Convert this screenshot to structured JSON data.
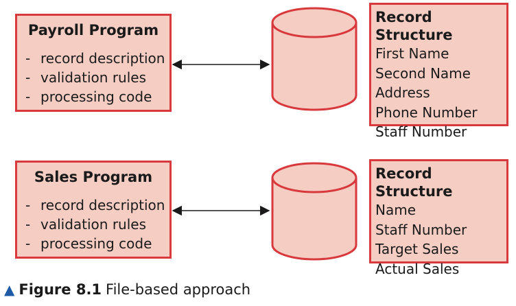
{
  "payroll": {
    "title": "Payroll Program",
    "items": [
      "record description",
      "validation rules",
      "processing code"
    ]
  },
  "sales": {
    "title": "Sales Program",
    "items": [
      "record description",
      "validation rules",
      "processing code"
    ]
  },
  "record1": {
    "title": "Record Structure",
    "fields": [
      "First Name",
      "Second Name",
      "Address",
      "Phone Number",
      "Staff Number"
    ]
  },
  "record2": {
    "title": "Record Structure",
    "fields": [
      "Name",
      "Staff Number",
      "Target Sales",
      "Actual Sales"
    ]
  },
  "caption": {
    "figure": "Figure 8.1",
    "text": "File-based approach"
  },
  "colors": {
    "fill": "#f6cdc3",
    "stroke": "#d7393c",
    "caption_marker": "#1f5aa6"
  }
}
